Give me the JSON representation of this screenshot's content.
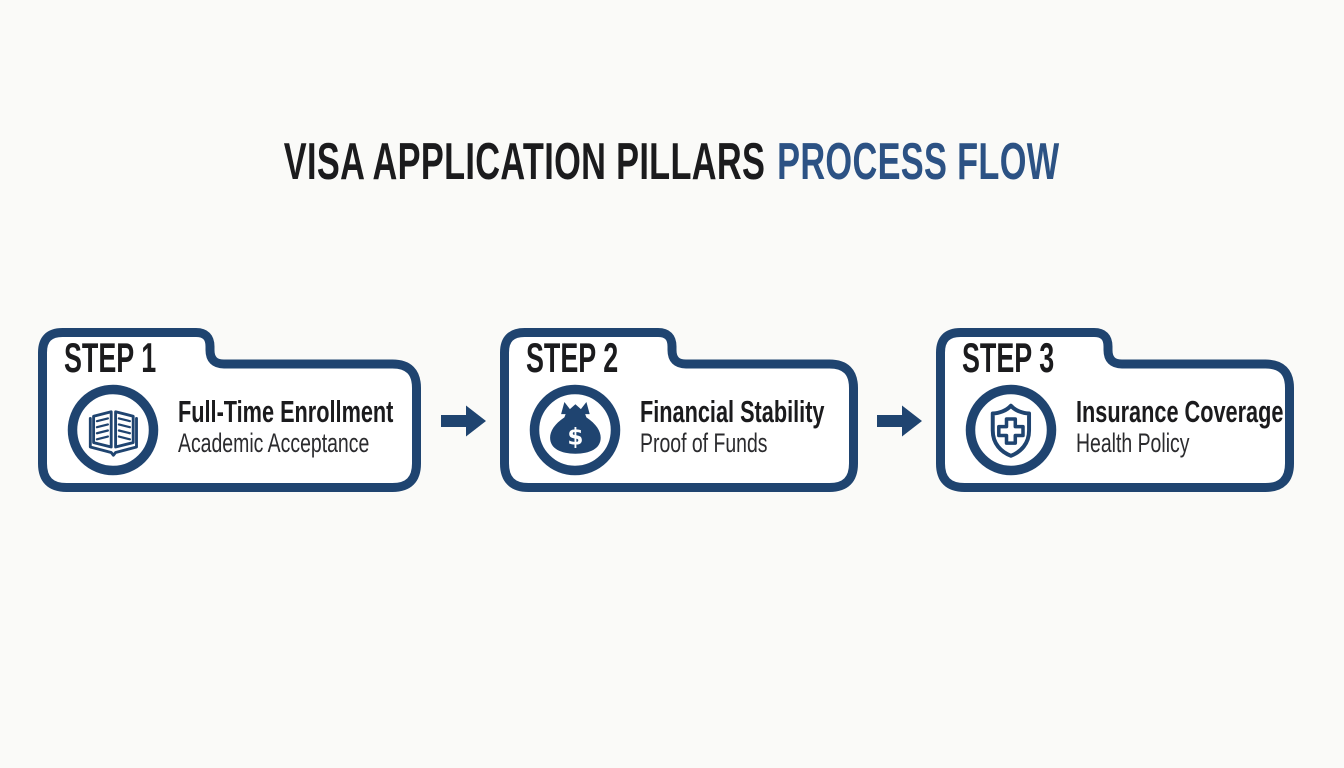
{
  "title": {
    "part_black": "VISA APPLICATION PILLARS",
    "part_accent": "PROCESS FLOW"
  },
  "colors": {
    "navy": "#1f4470",
    "title_accent_blue": "#2c5284",
    "text_dark": "#1b1b1d",
    "background": "#fafaf8",
    "card_fill": "#ffffff"
  },
  "steps": [
    {
      "tab": "STEP 1",
      "title": "Full-Time Enrollment",
      "subtitle": "Academic Acceptance",
      "icon": "open-book-icon"
    },
    {
      "tab": "STEP 2",
      "title": "Financial Stability",
      "subtitle": "Proof of Funds",
      "icon": "money-bag-icon"
    },
    {
      "tab": "STEP 3",
      "title": "Insurance Coverage",
      "subtitle": "Health Policy",
      "icon": "shield-cross-icon"
    }
  ],
  "connector_icon": "arrow-right-icon",
  "money_bag_symbol": "$"
}
